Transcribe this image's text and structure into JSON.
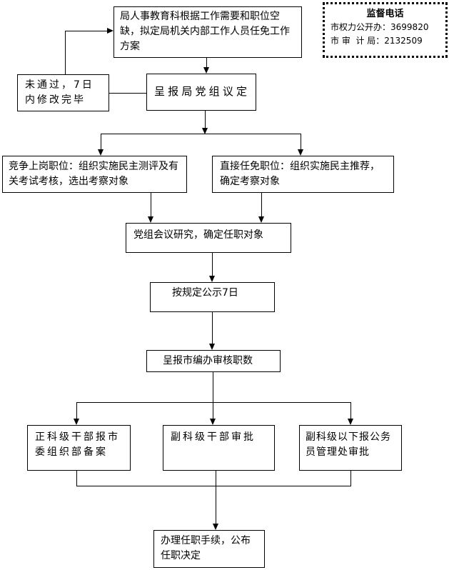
{
  "supervision": {
    "title": "监督电话",
    "line1_label": "市权力公开办：",
    "line1_value": "3699820",
    "line2_label": "市 审  计 局：",
    "line2_value": "2132509"
  },
  "nodes": {
    "draft": "局人事教育科根据工作需要和职位空缺，拟定局机关内部工作人员任免工作方案",
    "report_party": "呈报局党组议定",
    "rejected": "未通过，7日内修改完毕",
    "compete": "竞争上岗职位：组织实施民主测评及有关考试考核，选出考察对象",
    "direct": "直接任免职位：组织实施民主推荐，确定考察对象",
    "meeting": "党组会议研究，确定任职对象",
    "publicize": "按规定公示7日",
    "report_bureau": "呈报市编办审核职数",
    "section_chief": "正科级干部报市委组织部备案",
    "deputy": "副科级干部审批",
    "below_deputy": "副科级以下报公务员管理处审批",
    "final": "办理任职手续，公布任职决定"
  }
}
